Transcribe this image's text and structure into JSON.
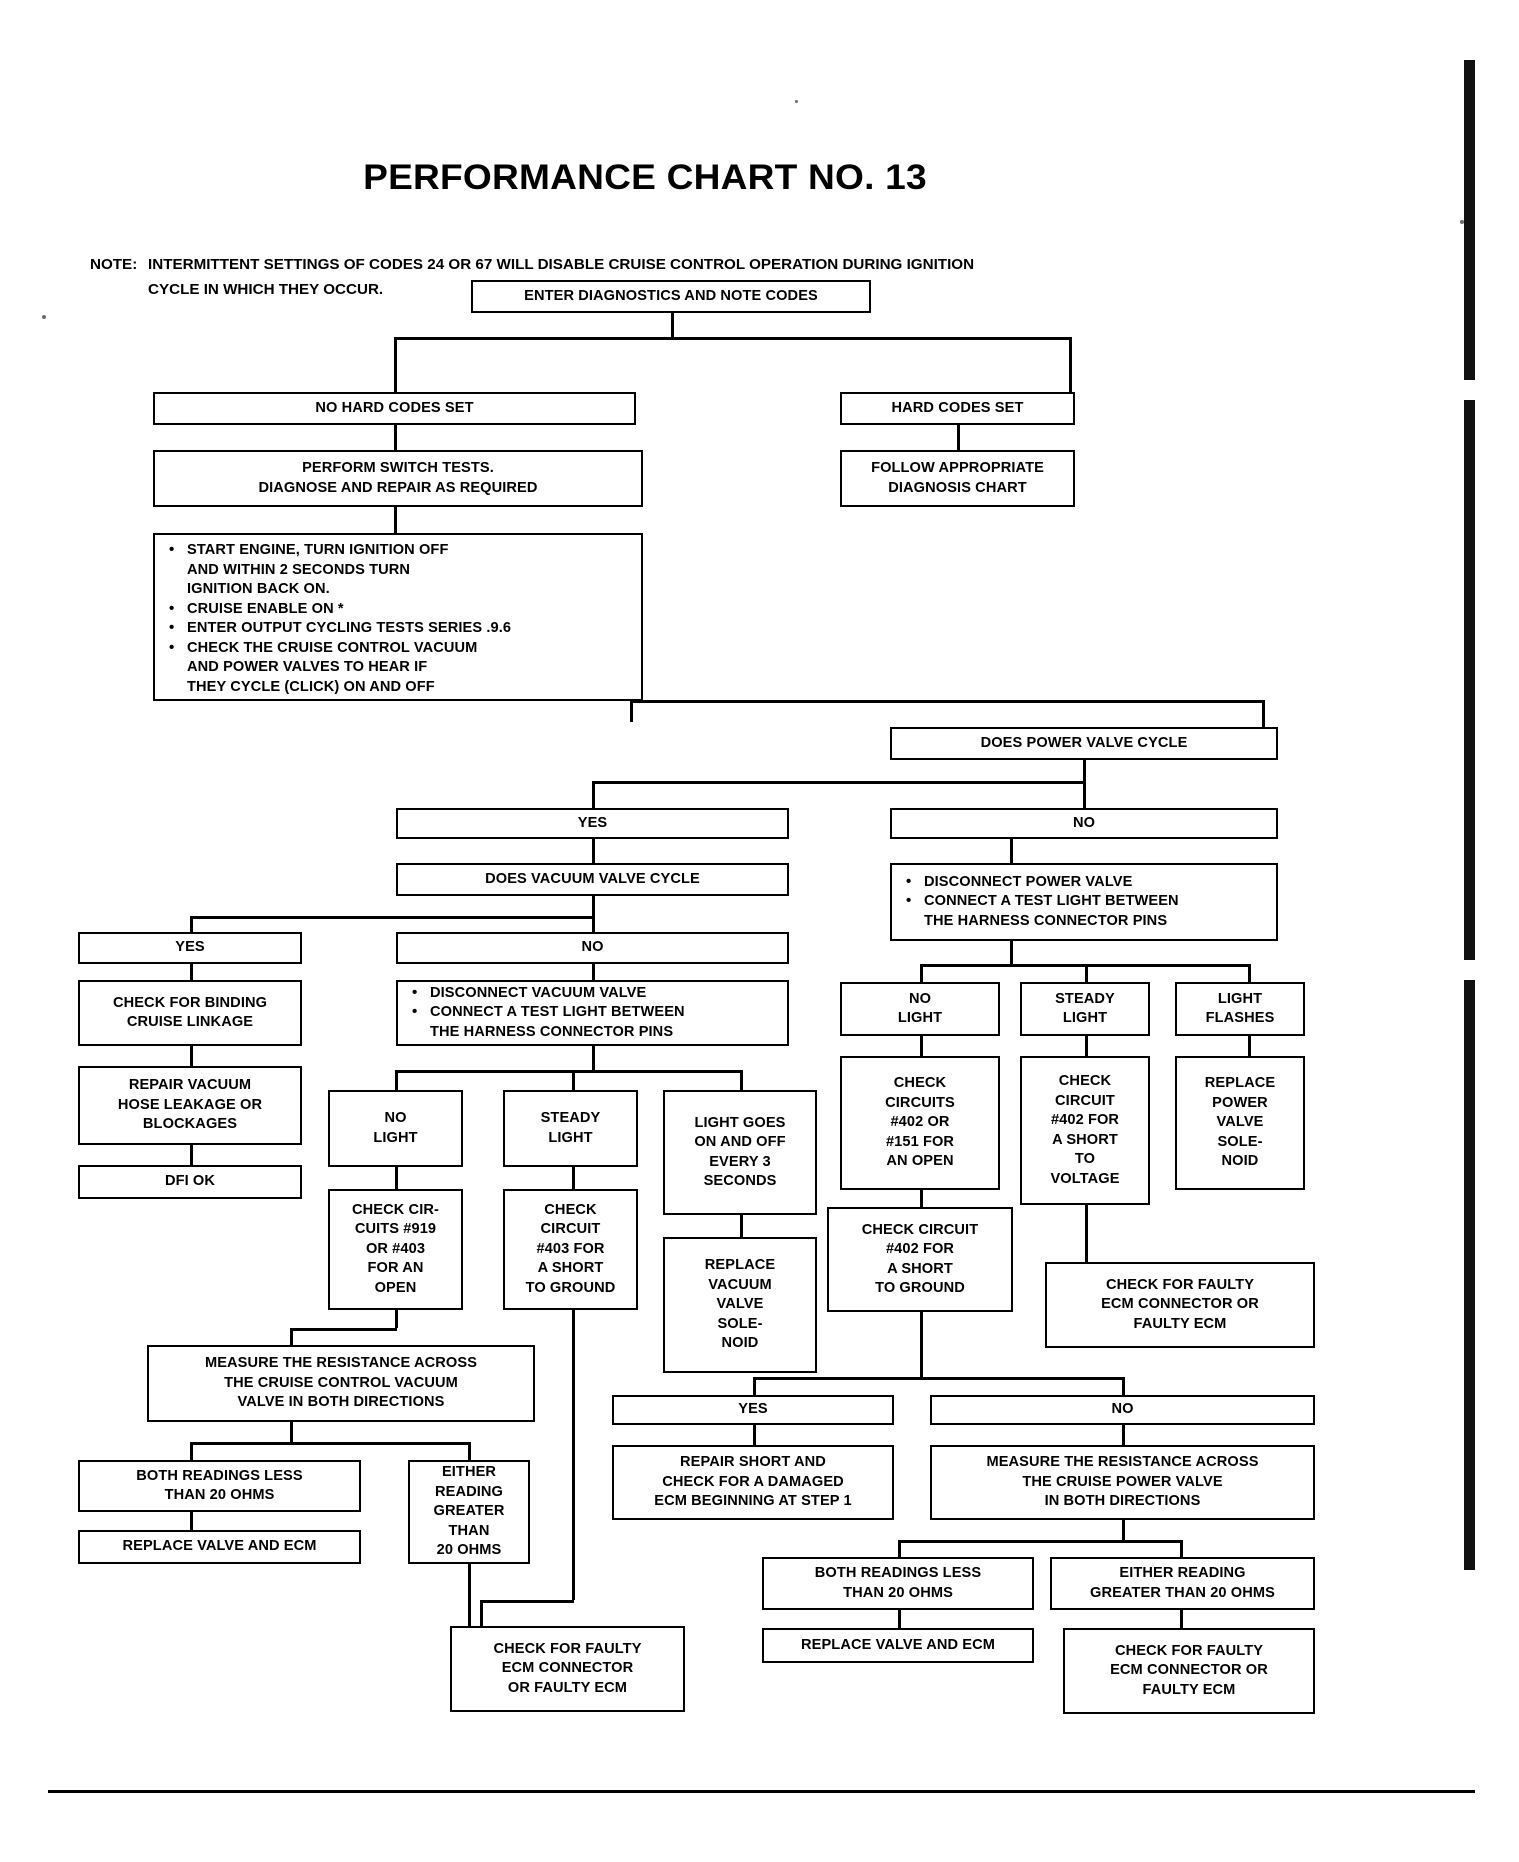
{
  "document": {
    "title": "PERFORMANCE CHART NO. 13",
    "note_label": "NOTE:",
    "note_line1": "INTERMITTENT SETTINGS OF CODES 24 OR 67 WILL DISABLE CRUISE CONTROL OPERATION DURING IGNITION",
    "note_line2": "CYCLE IN WHICH THEY OCCUR."
  },
  "chart_data": {
    "type": "diagram",
    "title": "PERFORMANCE CHART NO. 13",
    "subtype": "troubleshooting-flowchart",
    "domain": "cruise control diagnostics"
  },
  "nodes": {
    "enter_diagnostics": {
      "lines": [
        "ENTER DIAGNOSTICS AND NOTE CODES"
      ]
    },
    "no_hard_codes": {
      "lines": [
        "NO HARD CODES SET"
      ]
    },
    "hard_codes": {
      "lines": [
        "HARD CODES SET"
      ]
    },
    "perform_switch_tests": {
      "lines": [
        "PERFORM SWITCH TESTS.",
        "DIAGNOSE AND REPAIR AS REQUIRED"
      ]
    },
    "follow_chart": {
      "lines": [
        "FOLLOW APPROPRIATE",
        "DIAGNOSIS CHART"
      ]
    },
    "start_engine": {
      "bullets": [
        {
          "text": "START ENGINE, TURN IGNITION OFF",
          "continuation": [
            "AND WITHIN 2 SECONDS TURN",
            "IGNITION BACK ON."
          ]
        },
        {
          "text": "CRUISE ENABLE ON   *",
          "continuation": []
        },
        {
          "text": "ENTER OUTPUT CYCLING TESTS SERIES .9.6",
          "continuation": []
        },
        {
          "text": "CHECK THE CRUISE CONTROL VACUUM",
          "continuation": [
            "AND POWER VALVES TO HEAR IF",
            "THEY CYCLE (CLICK) ON AND OFF"
          ]
        }
      ]
    },
    "does_power_valve_cycle": {
      "lines": [
        "DOES POWER VALVE CYCLE"
      ]
    },
    "pv_yes": {
      "lines": [
        "YES"
      ]
    },
    "pv_no": {
      "lines": [
        "NO"
      ]
    },
    "does_vacuum_valve_cycle": {
      "lines": [
        "DOES VACUUM VALVE CYCLE"
      ]
    },
    "disconnect_power_valve": {
      "bullets": [
        {
          "text": "DISCONNECT POWER VALVE",
          "continuation": []
        },
        {
          "text": "CONNECT A TEST LIGHT BETWEEN",
          "continuation": [
            "THE HARNESS CONNECTOR PINS"
          ]
        }
      ]
    },
    "vv_yes": {
      "lines": [
        "YES"
      ]
    },
    "vv_no": {
      "lines": [
        "NO"
      ]
    },
    "check_binding": {
      "lines": [
        "CHECK FOR BINDING",
        "CRUISE LINKAGE"
      ]
    },
    "repair_vacuum_hose": {
      "lines": [
        "REPAIR VACUUM",
        "HOSE LEAKAGE OR",
        "BLOCKAGES"
      ]
    },
    "dfi_ok": {
      "lines": [
        "DFI OK"
      ]
    },
    "disconnect_vacuum_valve": {
      "bullets": [
        {
          "text": "DISCONNECT VACUUM VALVE",
          "continuation": []
        },
        {
          "text": "CONNECT A TEST LIGHT BETWEEN",
          "continuation": [
            "THE HARNESS CONNECTOR PINS"
          ]
        }
      ]
    },
    "vv_no_light": {
      "lines": [
        "NO",
        "LIGHT"
      ]
    },
    "vv_steady_light": {
      "lines": [
        "STEADY",
        "LIGHT"
      ]
    },
    "vv_light_flashing": {
      "lines": [
        "LIGHT GOES",
        "ON AND OFF",
        "EVERY 3",
        "SECONDS"
      ]
    },
    "pv_no_light": {
      "lines": [
        "NO",
        "LIGHT"
      ]
    },
    "pv_steady_light": {
      "lines": [
        "STEADY",
        "LIGHT"
      ]
    },
    "pv_light_flashes": {
      "lines": [
        "LIGHT",
        "FLASHES"
      ]
    },
    "check_919_403": {
      "lines": [
        "CHECK CIR-",
        "CUITS #919",
        "OR #403",
        "FOR AN",
        "OPEN"
      ]
    },
    "check_403_short_gnd": {
      "lines": [
        "CHECK",
        "CIRCUIT",
        "#403 FOR",
        "A SHORT",
        "TO GROUND"
      ]
    },
    "replace_vacuum_solenoid": {
      "lines": [
        "REPLACE",
        "VACUUM",
        "VALVE",
        "SOLE-",
        "NOID"
      ]
    },
    "check_402_151_open": {
      "lines": [
        "CHECK",
        "CIRCUITS",
        "#402 OR",
        "#151 FOR",
        "AN OPEN"
      ]
    },
    "check_402_short_volt": {
      "lines": [
        "CHECK",
        "CIRCUIT",
        "#402 FOR",
        "A SHORT",
        "TO",
        "VOLTAGE"
      ]
    },
    "replace_power_solenoid": {
      "lines": [
        "REPLACE",
        "POWER",
        "VALVE",
        "SOLE-",
        "NOID"
      ]
    },
    "check_402_short_gnd": {
      "lines": [
        "CHECK CIRCUIT",
        "#402 FOR",
        "A SHORT",
        "TO GROUND"
      ]
    },
    "check_faulty_ecm_right": {
      "lines": [
        "CHECK FOR FAULTY",
        "ECM CONNECTOR OR",
        "FAULTY ECM"
      ]
    },
    "measure_resistance_vacuum": {
      "lines": [
        "MEASURE THE RESISTANCE ACROSS",
        "THE CRUISE CONTROL VACUUM",
        "VALVE IN BOTH DIRECTIONS"
      ]
    },
    "both_less_20_left": {
      "lines": [
        "BOTH READINGS LESS",
        "THAN 20 OHMS"
      ]
    },
    "either_greater_left": {
      "lines": [
        "EITHER",
        "READING",
        "GREATER",
        "THAN",
        "20 OHMS"
      ]
    },
    "replace_valve_ecm_left": {
      "lines": [
        "REPLACE VALVE AND ECM"
      ]
    },
    "check_faulty_ecm_left": {
      "lines": [
        "CHECK FOR FAULTY",
        "ECM CONNECTOR",
        "OR FAULTY ECM"
      ]
    },
    "short_yes": {
      "lines": [
        "YES"
      ]
    },
    "short_no": {
      "lines": [
        "NO"
      ]
    },
    "repair_short": {
      "lines": [
        "REPAIR SHORT AND",
        "CHECK FOR A DAMAGED",
        "ECM BEGINNING AT STEP 1"
      ]
    },
    "measure_resistance_power": {
      "lines": [
        "MEASURE THE RESISTANCE ACROSS",
        "THE CRUISE POWER VALVE",
        "IN BOTH DIRECTIONS"
      ]
    },
    "both_less_20_right": {
      "lines": [
        "BOTH READINGS LESS",
        "THAN 20 OHMS"
      ]
    },
    "either_greater_right": {
      "lines": [
        "EITHER READING",
        "GREATER THAN 20 OHMS"
      ]
    },
    "replace_valve_ecm_right": {
      "lines": [
        "REPLACE VALVE AND ECM"
      ]
    },
    "check_faulty_ecm_bottom": {
      "lines": [
        "CHECK FOR FAULTY",
        "ECM CONNECTOR OR",
        "FAULTY ECM"
      ]
    }
  }
}
